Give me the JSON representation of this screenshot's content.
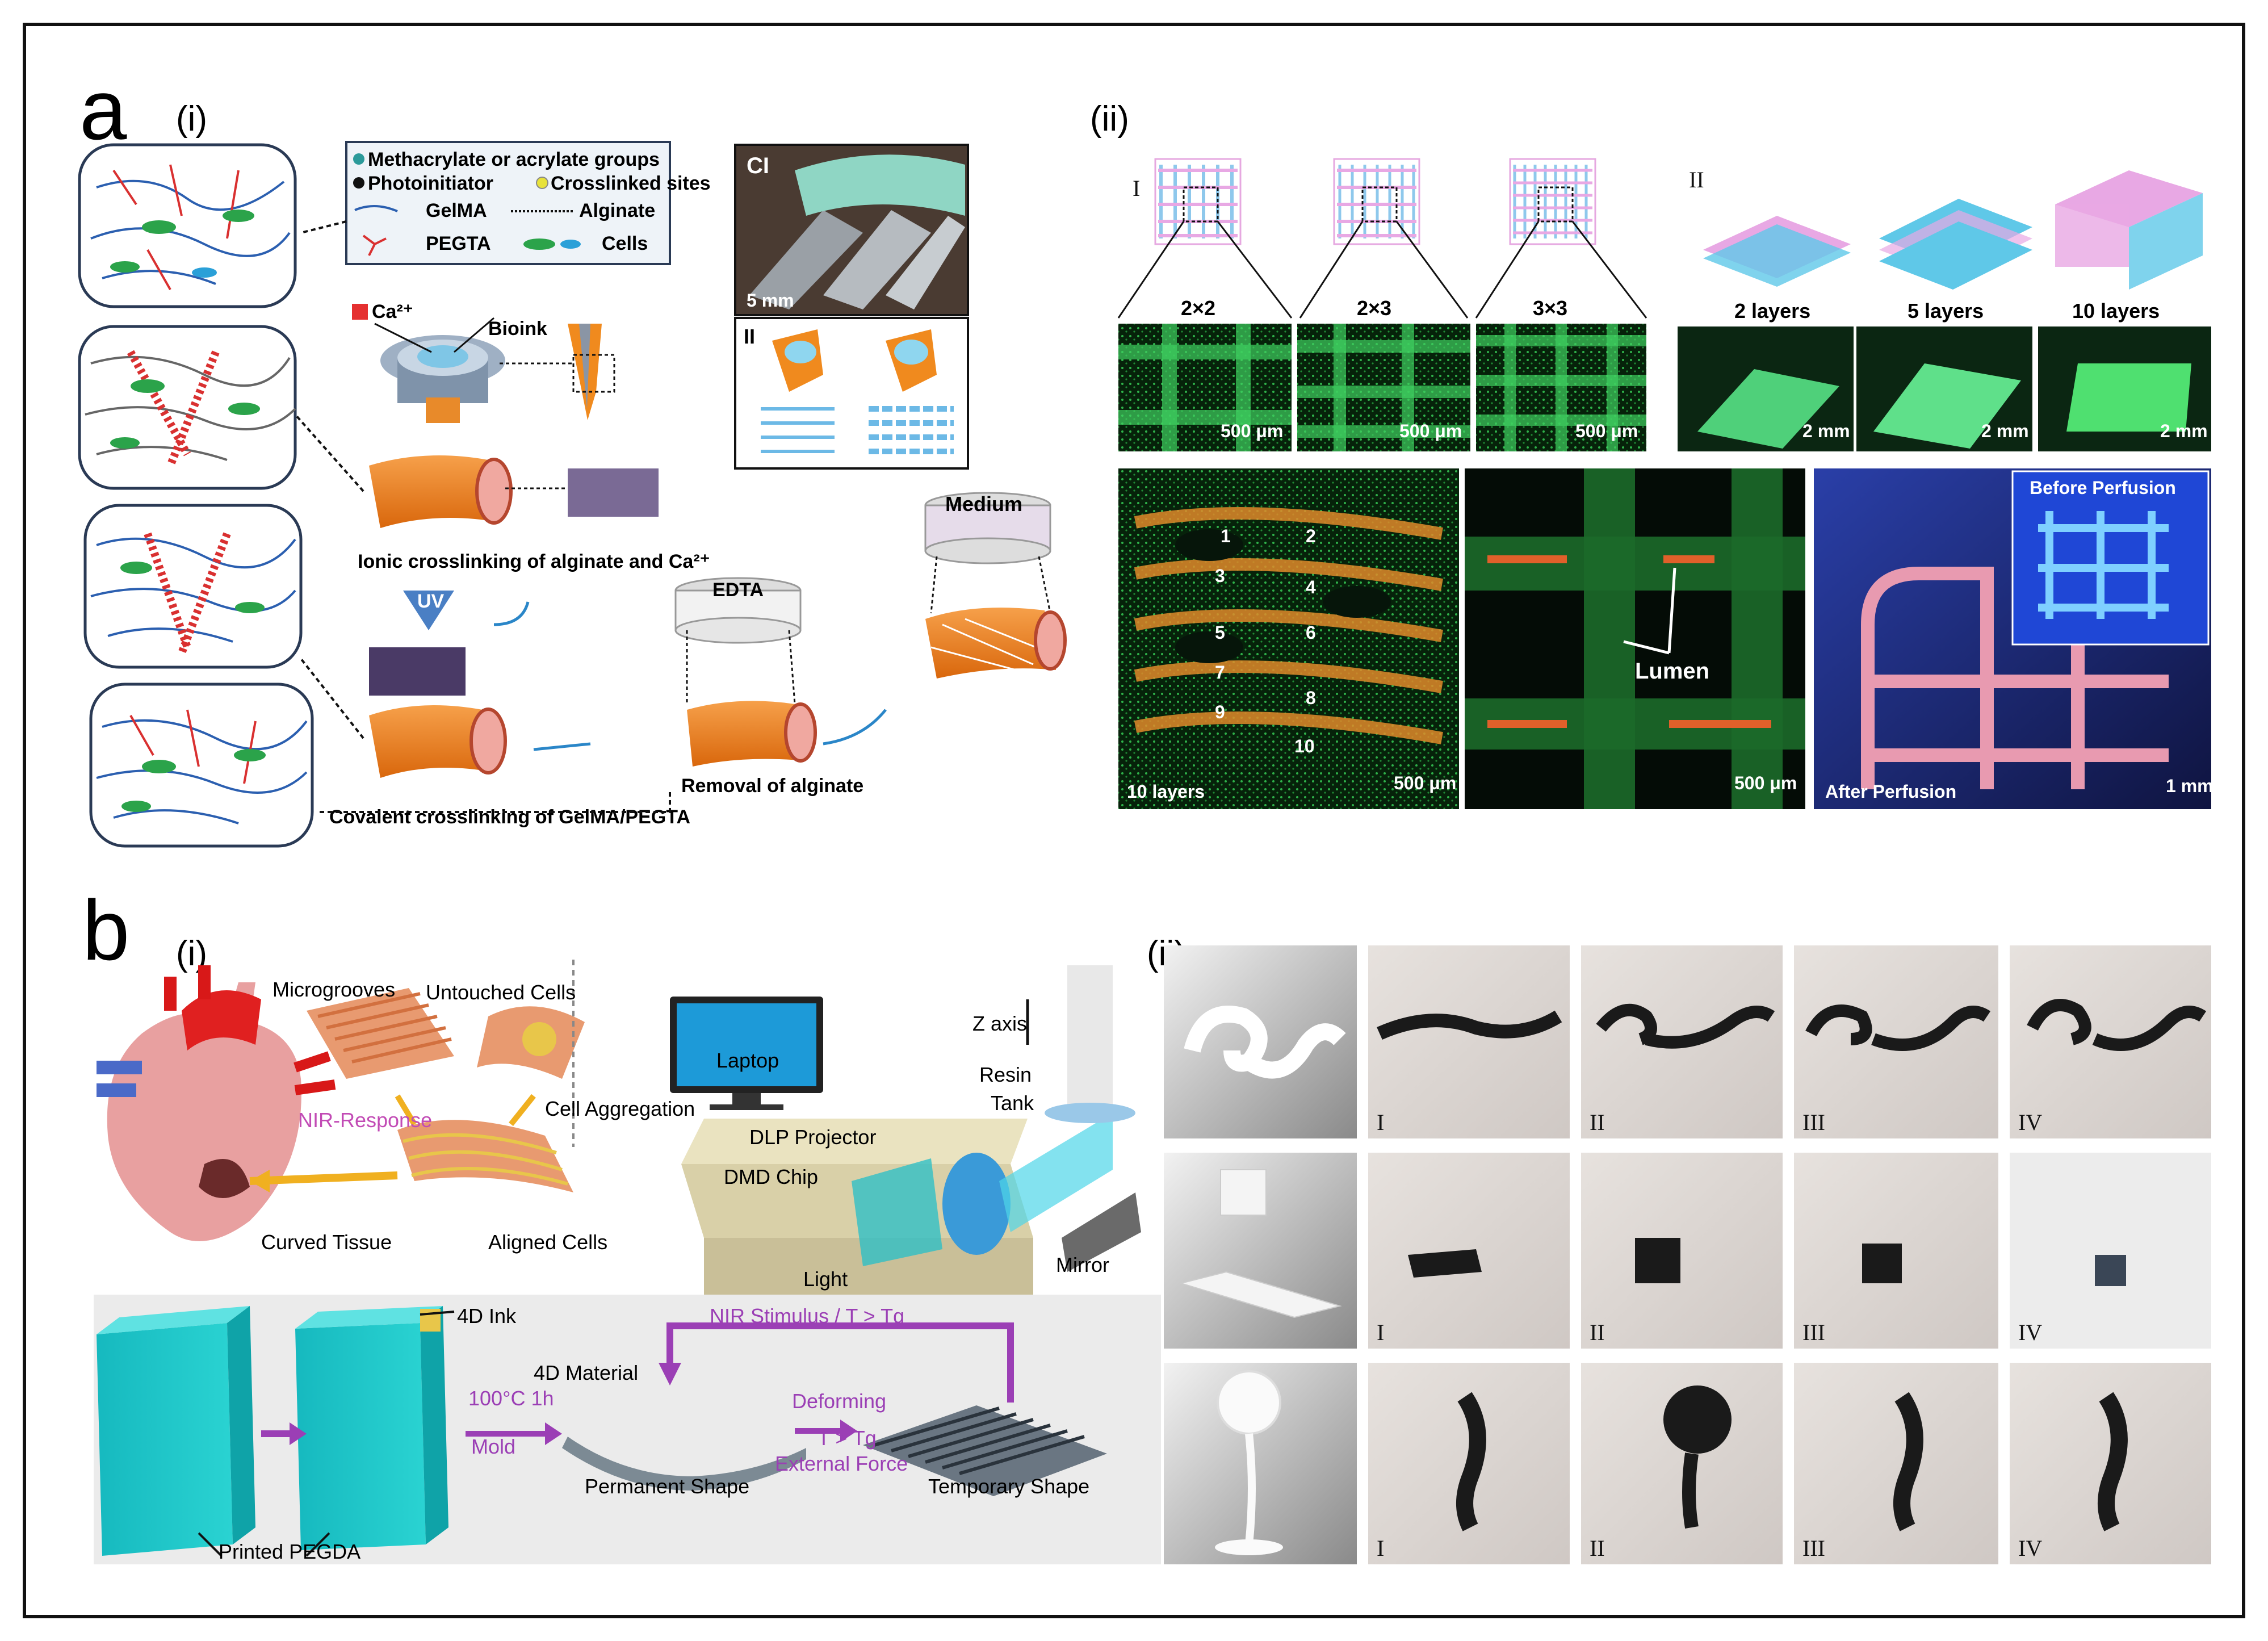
{
  "panels": {
    "a": {
      "letter": "a",
      "i": {
        "label": "(i)",
        "legend": {
          "methacrylate": "Methacrylate or acrylate groups",
          "photoinitiator": "Photoinitiator",
          "crosslinked": "Crosslinked sites",
          "gelma": "GelMA",
          "alginate": "Alginate",
          "pegta": "PEGTA",
          "cells": "Cells"
        },
        "ca_label": "Ca²⁺",
        "bioink_label": "Bioink",
        "ionic_label": "Ionic crosslinking of alginate and Ca²⁺",
        "uv_label": "UV",
        "edta_label": "EDTA",
        "medium_label": "Medium",
        "removal_label": "Removal of alginate",
        "covalent_label": "Covalent crosslinking of GelMA/PEGTA",
        "ci_label": "CI",
        "scale_5mm": "5 mm",
        "ii_roman": "II"
      },
      "ii": {
        "label": "(ii)",
        "row1_roman_I": "I",
        "row1_roman_II": "II",
        "grids": [
          "2×2",
          "2×3",
          "3×3"
        ],
        "layers": [
          "2 layers",
          "5 layers",
          "10 layers"
        ],
        "scale_500": "500 μm",
        "scale_2mm": "2 mm",
        "section_numbers": [
          "1",
          "2",
          "3",
          "4",
          "5",
          "6",
          "7",
          "8",
          "9",
          "10"
        ],
        "ten_layers": "10 layers",
        "lumen": "Lumen",
        "before_perfusion": "Before Perfusion",
        "after_perfusion": "After Perfusion",
        "scale_1mm": "1 mm"
      }
    },
    "b": {
      "letter": "b",
      "i": {
        "label": "(i)",
        "microgrooves": "Microgrooves",
        "untouched_cells": "Untouched Cells",
        "nir_response": "NIR-Response",
        "cell_aggregation": "Cell Aggregation",
        "curved_tissue": "Curved Tissue",
        "aligned_cells": "Aligned Cells",
        "laptop": "Laptop",
        "z_axis": "Z axis",
        "resin": "Resin",
        "tank": "Tank",
        "dlp_projector": "DLP Projector",
        "dmd_chip": "DMD Chip",
        "light": "Light",
        "mirror": "Mirror",
        "ink_4d": "4D Ink",
        "nir_stimulus": "NIR Stimulus / T > Tg",
        "material_4d": "4D Material",
        "step_100c": "100°C 1h",
        "mold": "Mold",
        "deforming": "Deforming",
        "t_gt_tg": "T > Tg",
        "external_force": "External Force",
        "permanent_shape": "Permanent Shape",
        "temporary_shape": "Temporary Shape",
        "printed_pegda": "Printed PEGDA"
      },
      "ii": {
        "label": "(ii)",
        "romans": [
          "I",
          "II",
          "III",
          "IV"
        ]
      }
    }
  },
  "colors": {
    "green_micro": "#1f9a2e",
    "orange_tube": "#f08a1e",
    "cyan_block": "#19c6c9",
    "purple_arrow": "#9b3fb5",
    "blue_glow": "#2f6cff"
  }
}
